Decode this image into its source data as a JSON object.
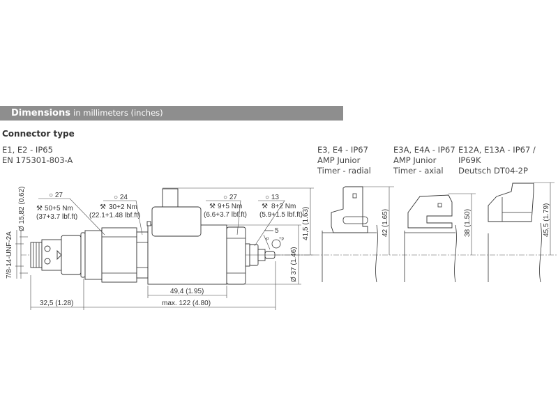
{
  "section_header": {
    "title": "Dimensions",
    "subtitle": "in millimeters (inches)"
  },
  "connector_type_heading": "Connector type",
  "connectors": [
    {
      "line1": "E1, E2 - IP65",
      "line2": "EN 175301-803-A"
    },
    {
      "line1": "E3, E4 - IP67",
      "line2": "AMP Junior",
      "line3": "Timer - radial"
    },
    {
      "line1": "E3A, E4A - IP67",
      "line2": "AMP Junior",
      "line3": "Timer - axial"
    },
    {
      "line1": "E12A, E13A - IP67 / IP69K",
      "line2": "Deutsch DT04-2P"
    }
  ],
  "main_drawing": {
    "thread": "7/8-14-UNF-2A",
    "diameter_small": "Ø 15,82 (0.62)",
    "wrench1": {
      "size": "○ 27",
      "torque": "50+5 Nm",
      "torque_imperial": "(37+3.7 lbf.ft)"
    },
    "wrench2": {
      "size": "○ 24",
      "torque": "30+2 Nm",
      "torque_imperial": "(22.1+1.48 lbf.ft)"
    },
    "wrench3": {
      "size": "○ 27",
      "torque": "9+5 Nm",
      "torque_imperial": "(6.6+3.7 lbf.ft)"
    },
    "wrench4": {
      "size": "○ 13",
      "torque": "8+2 Nm",
      "torque_imperial": "(5.9+1.5 lbf.ft)"
    },
    "adjust_key": "5",
    "adjust_minus": "-p",
    "adjust_plus": "+p",
    "dim_coil_length": "49,4 (1.95)",
    "dim_insert": "32,5 (1.28)",
    "dim_max_length": "max. 122 (4.80)",
    "dim_height": "41,5 (1.63)",
    "dim_coil_diameter": "Ø 37 (1.46)"
  },
  "side_views": [
    {
      "height": "42 (1.65)"
    },
    {
      "height": "38 (1.50)"
    },
    {
      "height": "45,5 (1.79)"
    }
  ]
}
